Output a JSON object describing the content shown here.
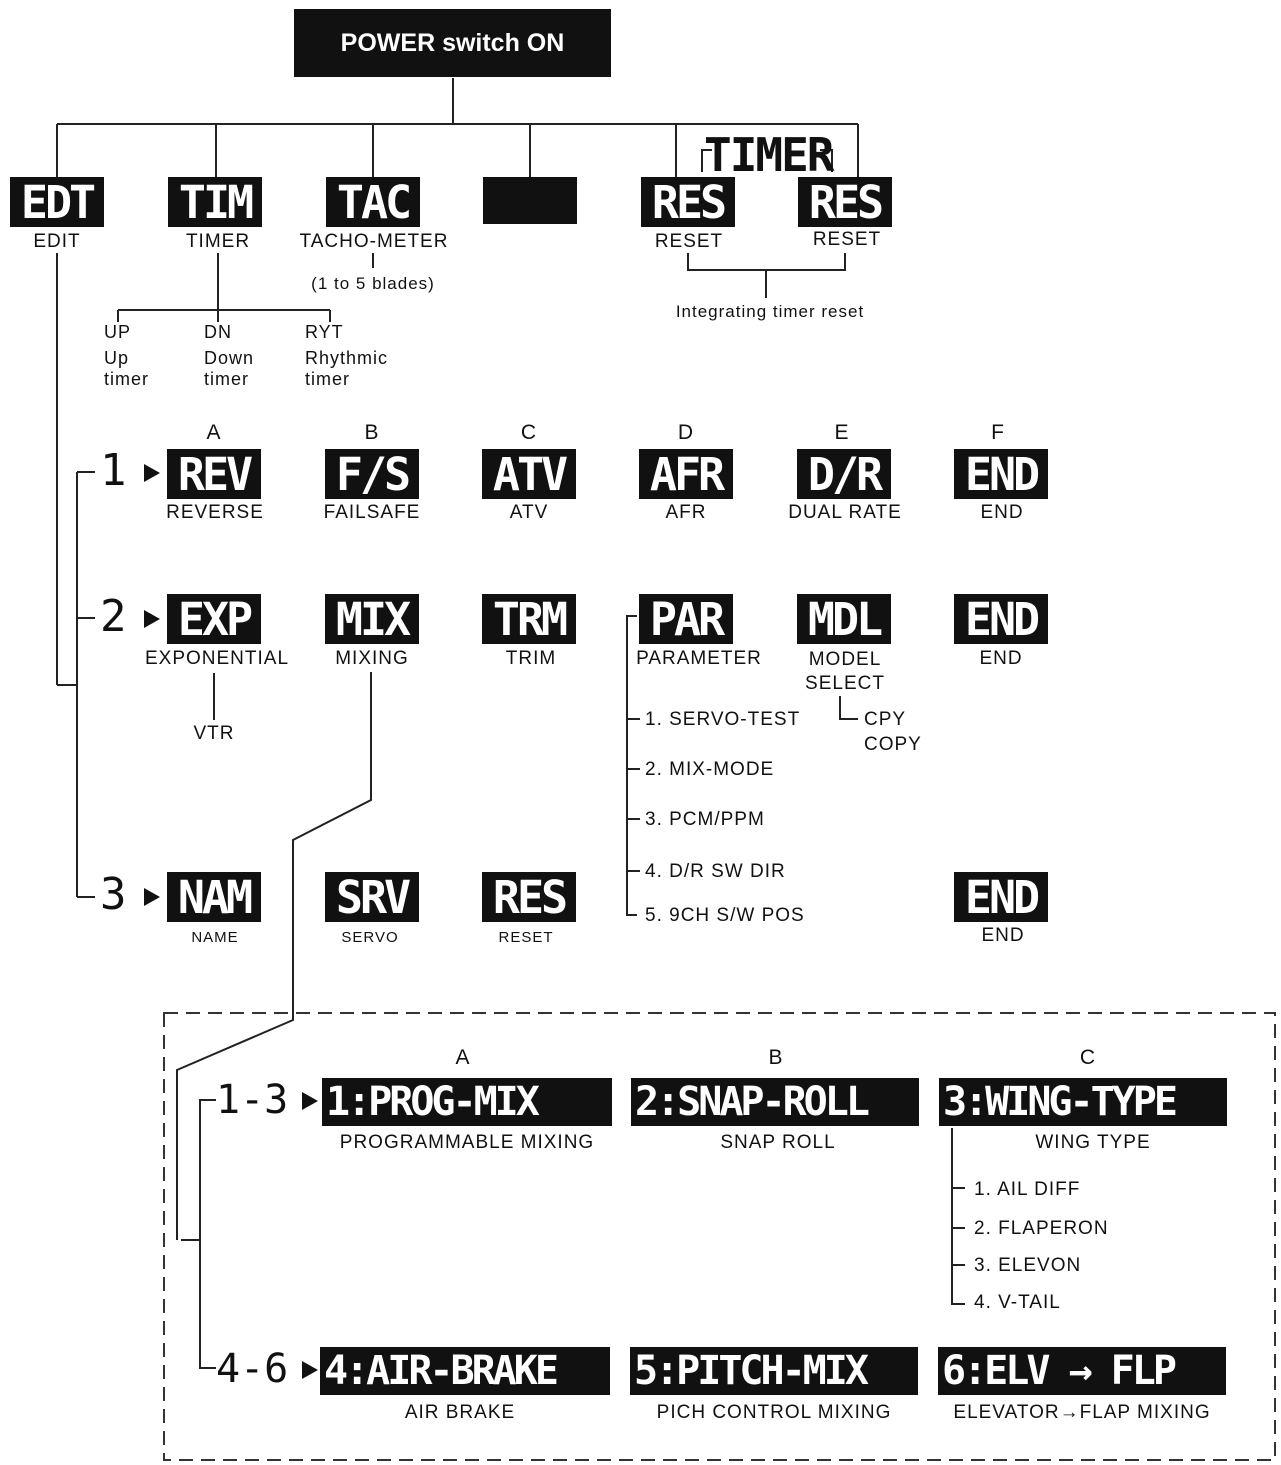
{
  "power": "POWER switch ON",
  "top": {
    "edt": {
      "key": "EDT",
      "label": "EDIT"
    },
    "tim": {
      "key": "TIM",
      "label": "TIMER"
    },
    "tac": {
      "key": "TAC",
      "label": "TACHO-METER",
      "note": "(1 to 5 blades)"
    },
    "res1": {
      "key": "RES",
      "label": "RESET"
    },
    "res2": {
      "key": "RES",
      "label": "RESET"
    },
    "timer_group": "TIMER",
    "integrating": "Integrating timer reset"
  },
  "timer_modes": [
    {
      "code": "UP",
      "line1": "Up",
      "line2": "timer"
    },
    {
      "code": "DN",
      "line1": "Down",
      "line2": "timer"
    },
    {
      "code": "RYT",
      "line1": "Rhythmic",
      "line2": "timer"
    }
  ],
  "columns": [
    "A",
    "B",
    "C",
    "D",
    "E",
    "F"
  ],
  "row1": {
    "num": "1",
    "items": [
      {
        "key": "REV",
        "label": "REVERSE"
      },
      {
        "key": "F/S",
        "label": "FAILSAFE"
      },
      {
        "key": "ATV",
        "label": "ATV"
      },
      {
        "key": "AFR",
        "label": "AFR"
      },
      {
        "key": "D/R",
        "label": "DUAL RATE"
      },
      {
        "key": "END",
        "label": "END"
      }
    ]
  },
  "row2": {
    "num": "2",
    "items": [
      {
        "key": "EXP",
        "label": "EXPONENTIAL"
      },
      {
        "key": "MIX",
        "label": "MIXING"
      },
      {
        "key": "TRM",
        "label": "TRIM"
      },
      {
        "key": "PAR",
        "label": "PARAMETER"
      },
      {
        "key": "MDL",
        "label": "MODEL",
        "label2": "SELECT"
      },
      {
        "key": "END",
        "label": "END"
      }
    ],
    "vtr": "VTR",
    "parameter_items": [
      "1. SERVO-TEST",
      "2. MIX-MODE",
      "3. PCM/PPM",
      "4. D/R SW DIR",
      "5. 9CH S/W POS"
    ],
    "copy_code": "CPY",
    "copy_label": "COPY"
  },
  "row3": {
    "num": "3",
    "items": [
      {
        "key": "NAM",
        "label": "NAME"
      },
      {
        "key": "SRV",
        "label": "SERVO"
      },
      {
        "key": "RES",
        "label": "RESET"
      },
      {
        "key": "END",
        "label": "END"
      }
    ]
  },
  "mixing": {
    "columns": [
      "A",
      "B",
      "C"
    ],
    "group1": "1-3",
    "group2": "4-6",
    "items": [
      {
        "key": "1:PROG-MIX",
        "label": "PROGRAMMABLE MIXING"
      },
      {
        "key": "2:SNAP-ROLL",
        "label": "SNAP ROLL"
      },
      {
        "key": "3:WING-TYPE",
        "label": "WING TYPE"
      },
      {
        "key": "4:AIR-BRAKE",
        "label": "AIR BRAKE"
      },
      {
        "key": "5:PITCH-MIX",
        "label": "PICH CONTROL MIXING"
      },
      {
        "key": "6:ELV → FLP",
        "label": "ELEVATOR→FLAP MIXING"
      }
    ],
    "wing_items": [
      "1. AIL DIFF",
      "2. FLAPERON",
      "3. ELEVON",
      "4. V-TAIL"
    ]
  }
}
